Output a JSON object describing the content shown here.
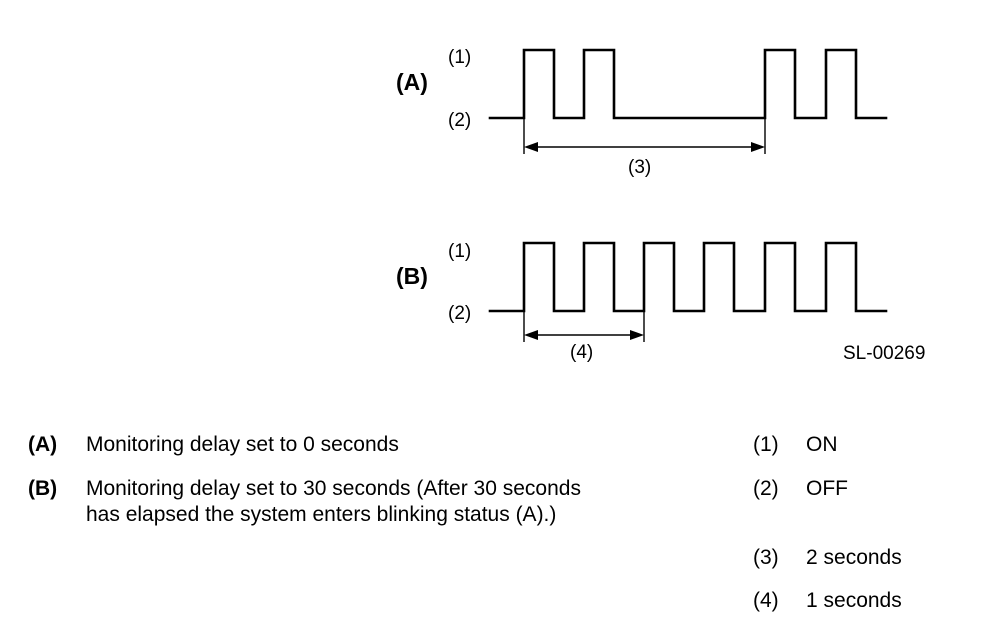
{
  "diagram": {
    "waveform_a": {
      "label": "(A)",
      "level_on": "(1)",
      "level_off": "(2)",
      "dimension_label": "(3)"
    },
    "waveform_b": {
      "label": "(B)",
      "level_on": "(1)",
      "level_off": "(2)",
      "dimension_label": "(4)"
    },
    "figure_id": "SL-00269"
  },
  "legend": {
    "a": {
      "key": "(A)",
      "text": "Monitoring delay set to 0 seconds"
    },
    "b": {
      "key": "(B)",
      "line1": "Monitoring delay set to 30 seconds (After 30 seconds",
      "line2": "has elapsed the system enters blinking status (A).)"
    },
    "items": [
      {
        "key": "(1)",
        "text": "ON"
      },
      {
        "key": "(2)",
        "text": "OFF"
      },
      {
        "key": "(3)",
        "text": "2 seconds"
      },
      {
        "key": "(4)",
        "text": "1 seconds"
      }
    ]
  },
  "colors": {
    "ink": "#000000",
    "background": "#ffffff"
  }
}
